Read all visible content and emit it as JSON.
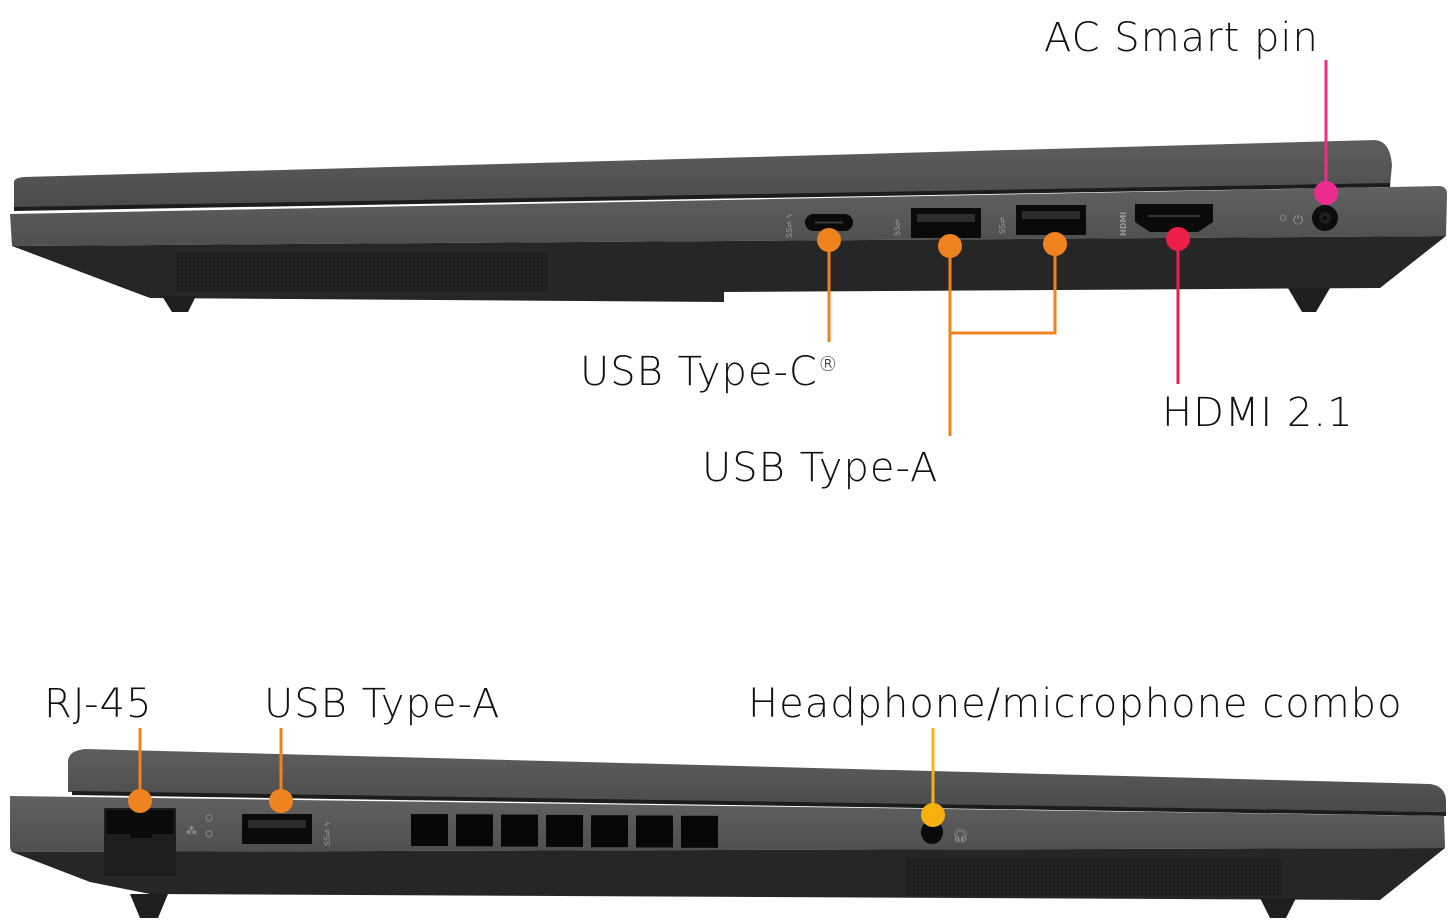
{
  "colors": {
    "background": "#ffffff",
    "chassis_lid": "#545454",
    "chassis_edge": "#4a4a4a",
    "chassis_base": "#252525",
    "port_black": "#0a0a0a",
    "callout_orange": "#ef8320",
    "callout_red": "#ee1e4a",
    "callout_pink": "#ec2d8f",
    "callout_yellow": "#f7b10f",
    "text": "#111111"
  },
  "right_side": {
    "callouts": [
      {
        "id": "ac-smart-pin",
        "label": "AC Smart pin",
        "color": "pink",
        "icon": "power-plug-icon"
      },
      {
        "id": "hdmi",
        "label": "HDMI 2.1",
        "color": "red",
        "icon": "hdmi-logo-icon",
        "port_marking": "HDMI"
      },
      {
        "id": "usb-type-c",
        "label": "USB Type-C",
        "trademark": "®",
        "color": "orange",
        "icon": "usb-ss-power-icon"
      },
      {
        "id": "usb-type-a-right",
        "label": "USB Type-A",
        "color": "orange",
        "icon": "usb-ss-icon",
        "port_count": 2
      }
    ]
  },
  "left_side": {
    "callouts": [
      {
        "id": "rj-45",
        "label": "RJ-45",
        "color": "orange",
        "icon": "ethernet-icon"
      },
      {
        "id": "usb-type-a-left",
        "label": "USB Type-A",
        "color": "orange",
        "icon": "usb-ss-power-icon"
      },
      {
        "id": "headphone-combo",
        "label": "Headphone/microphone combo",
        "color": "yellow",
        "icon": "headset-icon"
      }
    ],
    "vent_count": 7
  }
}
